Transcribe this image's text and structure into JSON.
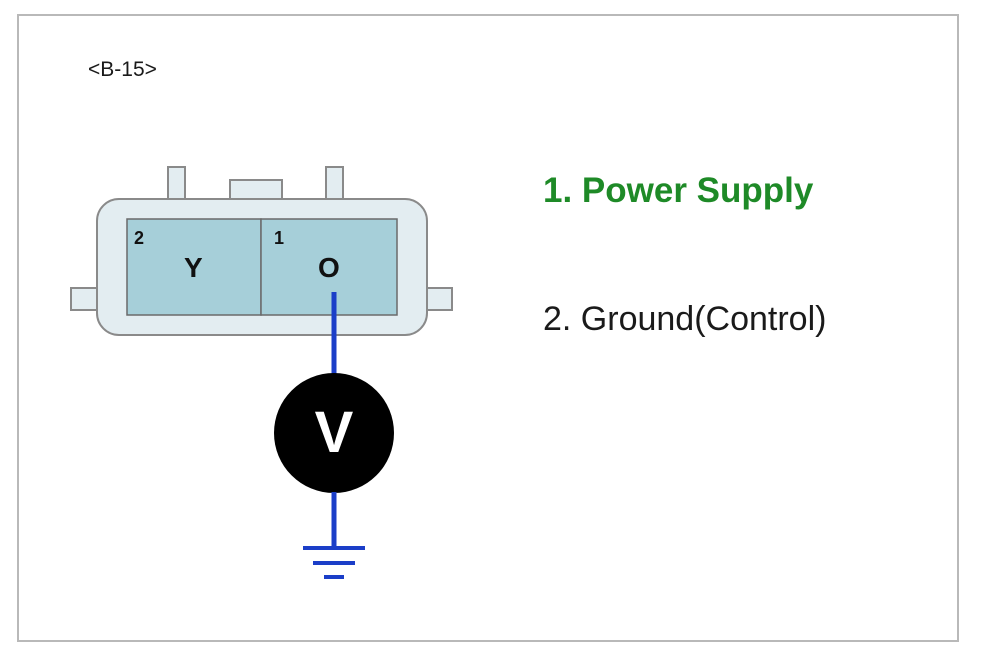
{
  "connector": {
    "label": "<B-15>",
    "pins": [
      {
        "number": "2",
        "color_code": "Y"
      },
      {
        "number": "1",
        "color_code": "O"
      }
    ]
  },
  "meter": {
    "symbol": "V"
  },
  "legend": {
    "items": [
      {
        "text": "1. Power Supply"
      },
      {
        "text": "2. Ground(Control)"
      }
    ]
  },
  "colors": {
    "connector_body": "#e3edf1",
    "pin_cavity": "#a6cfd9",
    "wire": "#1b3ec8",
    "highlight_text": "#1e8a27",
    "meter_fill": "#000000",
    "frame_border": "#b9b9b9"
  },
  "icons": {
    "meter": "voltmeter-icon",
    "ground": "ground-symbol-icon"
  }
}
